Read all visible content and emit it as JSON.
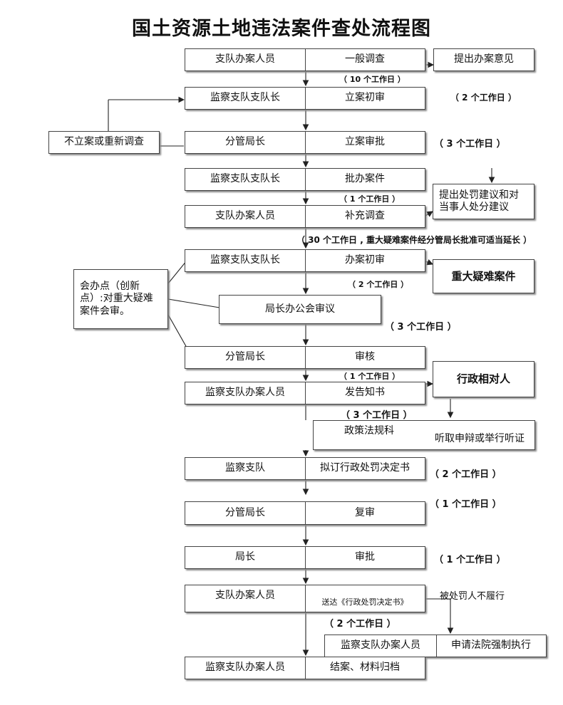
{
  "title": "国土资源土地违法案件查处流程图",
  "rows": {
    "r1": {
      "left": "支队办案人员",
      "right": "一般调查"
    },
    "r2": {
      "left": "监察支队支队长",
      "right": "立案初审"
    },
    "r3": {
      "left": "分管局长",
      "right": "立案审批"
    },
    "r4": {
      "left": "监察支队支队长",
      "right": "批办案件"
    },
    "r5": {
      "left": "支队办案人员",
      "right": "补充调查"
    },
    "r6": {
      "left": "监察支队支队长",
      "right": "办案初审"
    },
    "r8": {
      "left": "分管局长",
      "right": "审核"
    },
    "r9": {
      "left": "监察支队办案人员",
      "right": "发告知书"
    },
    "r11": {
      "left": "监察支队",
      "right": "拟订行政处罚决定书"
    },
    "r12": {
      "left": "分管局长",
      "right": "复审"
    },
    "r13": {
      "left": "局长",
      "right": "审批"
    },
    "r14": {
      "left": "支队办案人员",
      "right": "送达《行政处罚决定书》"
    },
    "r15": {
      "left": "监察支队办案人员",
      "right": "结案、材料归档"
    }
  },
  "boxes": {
    "propose_opinion": "提出办案意见",
    "not_filed": "不立案或重新调查",
    "propose_penalty": "提出处罚建议和对当事人处分建议",
    "joint_review": "会办点（创新点）:对重大疑难案件会审。",
    "major_case": "重大疑难案件",
    "director_meeting": "局长办公会审议",
    "party": "行政相对人",
    "policy_dept": "政策法规科",
    "hearing": "听取申辩或举行听证",
    "enforce_left": "监察支队办案人员",
    "enforce_right": "申请法院强制执行"
  },
  "notes": {
    "n1": "（ 10 个工作日 ）",
    "n2": "（ 2 个工作日 ）",
    "n3": "（ 3 个工作日 ）",
    "n4": "（ 1 个工作日 ）",
    "n5": "（ 30 个工作日 , 重大疑难案件经分管局长批准可适当延长 ）",
    "n6": "（ 2 个工作日 ）",
    "n7": "（ 3 个工作日 ）",
    "n8": "（ 1 个工作日 ）",
    "n9": "（ 3 个工作日 ）",
    "n10": "（ 2 个工作日 ）",
    "n11": "（ 1 个工作日 ）",
    "n12": "（ 1 个工作日 ）",
    "n13": "被处罚人不履行",
    "n14": "（ 2 个工作日 ）"
  }
}
